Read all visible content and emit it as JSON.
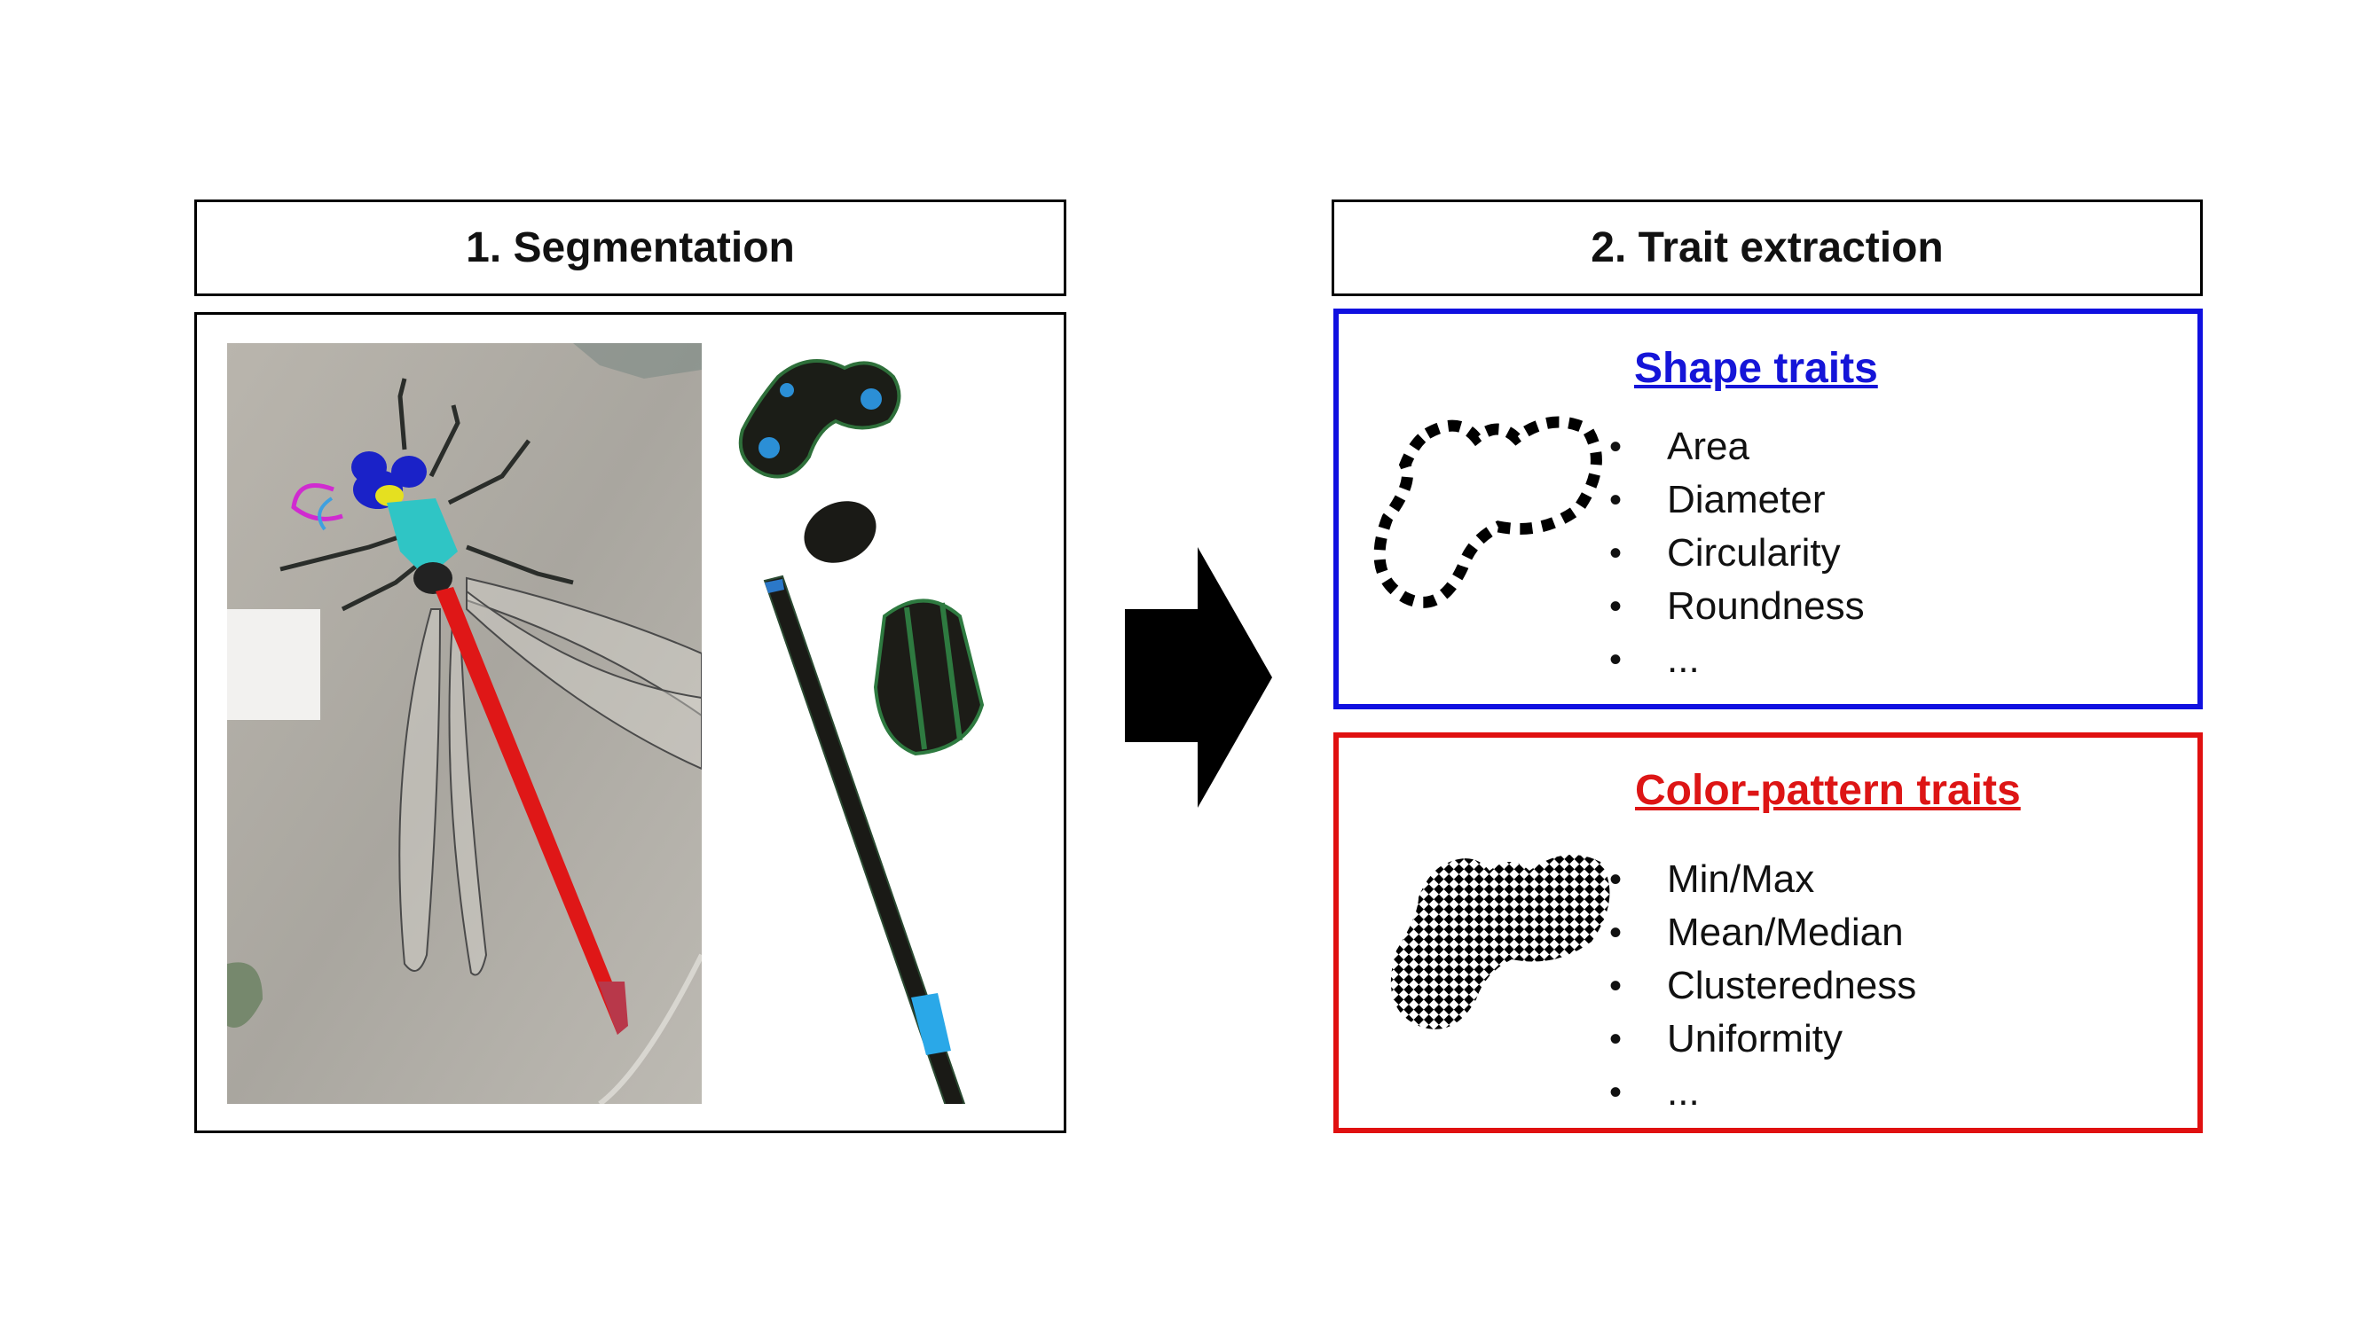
{
  "segmentation": {
    "header": "1. Segmentation",
    "photo_icon": "dragonfly-segmentation-photo",
    "parts_icon": "segmented-body-parts"
  },
  "arrow_icon": "right-arrow-icon",
  "trait_extraction": {
    "header": "2. Trait extraction",
    "shape": {
      "title": "Shape traits",
      "icon": "dotted-outline-icon",
      "color": "#1010e0",
      "items": [
        "Area",
        "Diameter",
        "Circularity",
        "Roundness",
        "..."
      ]
    },
    "color_pattern": {
      "title": "Color-pattern traits",
      "icon": "checkerboard-shape-icon",
      "color": "#e01010",
      "items": [
        "Min/Max",
        "Mean/Median",
        "Clusteredness",
        "Uniformity",
        "..."
      ]
    }
  }
}
